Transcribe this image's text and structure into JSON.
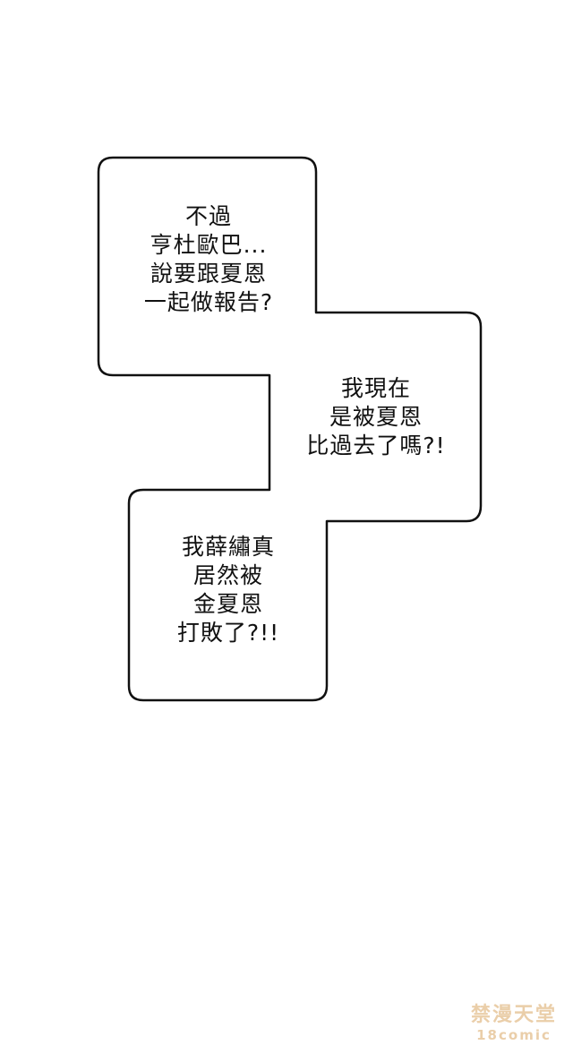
{
  "bubble_text": {
    "first": [
      "不過",
      "亨杜歐巴...",
      "說要跟夏恩",
      "一起做報告?"
    ],
    "second": [
      "我現在",
      "是被夏恩",
      "比過去了嗎?!"
    ],
    "third": [
      "我薛繡真",
      "居然被",
      "金夏恩",
      "打敗了?!!"
    ]
  },
  "watermark": {
    "top": "禁漫天堂",
    "bottom": "18comic"
  },
  "colors": {
    "background": "#ffffff",
    "outline": "#111111",
    "watermark": "#e8c9a0"
  }
}
